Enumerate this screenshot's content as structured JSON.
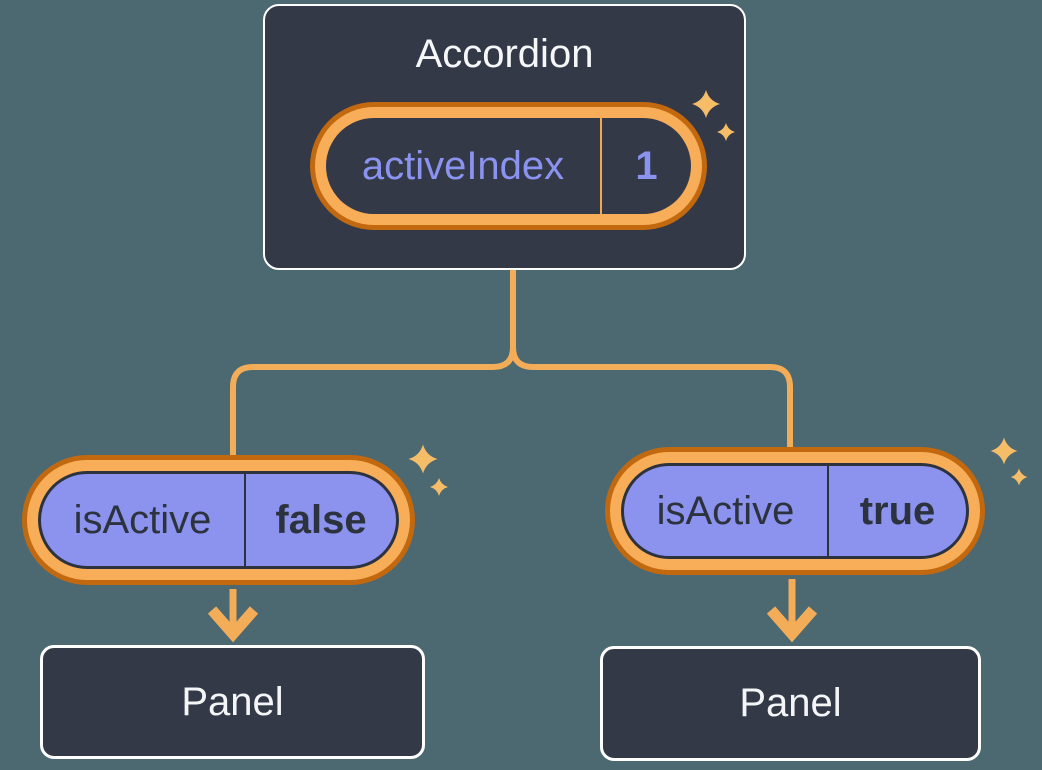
{
  "diagram": {
    "root": {
      "title": "Accordion",
      "state_name": "activeIndex",
      "state_value": "1"
    },
    "left_branch": {
      "prop_name": "isActive",
      "prop_value": "false",
      "child_title": "Panel"
    },
    "right_branch": {
      "prop_name": "isActive",
      "prop_value": "true",
      "child_title": "Panel"
    },
    "icons": {
      "sparkles": "sparkle-icon",
      "arrows": "arrow-down-icon"
    },
    "colors": {
      "background": "#4c6972",
      "node_fill": "#333947",
      "node_border": "#ffffff",
      "node_text": "#f6f7f9",
      "pill_ring_outer": "#c2690f",
      "pill_ring_inner": "#f8ad58",
      "state_text": "#8b93f0",
      "prop_fill": "#8c93ee",
      "prop_text": "#2d333e",
      "connector": "#f3ac58",
      "sparkle": "#f5bd68"
    }
  }
}
